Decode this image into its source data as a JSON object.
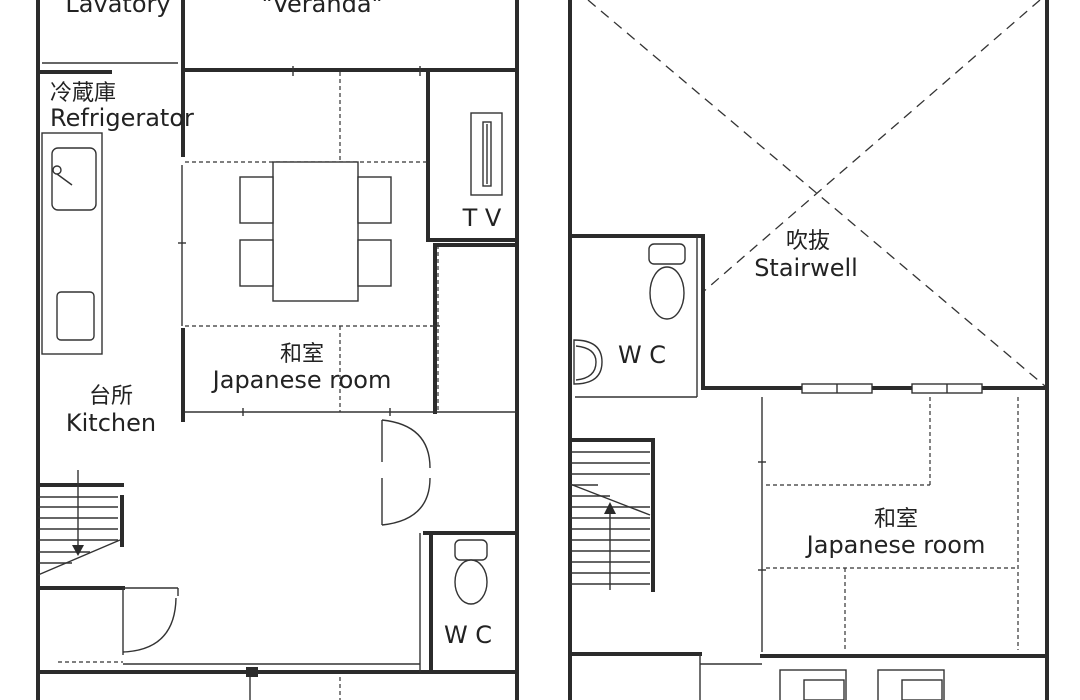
{
  "rooms": {
    "lavatory": "Lavatory",
    "veranda": "\"Veranda\"",
    "refrigerator_jp": "冷蔵庫",
    "refrigerator_en": "Refrigerator",
    "tv": "T V",
    "japanese_room_1_jp": "和室",
    "japanese_room_1_en": "Japanese room",
    "kitchen_jp": "台所",
    "kitchen_en": "Kitchen",
    "wc_1": "W C",
    "stairwell_jp": "吹抜",
    "stairwell_en": "Stairwell",
    "wc_2": "W C",
    "japanese_room_2_jp": "和室",
    "japanese_room_2_en": "Japanese room"
  }
}
